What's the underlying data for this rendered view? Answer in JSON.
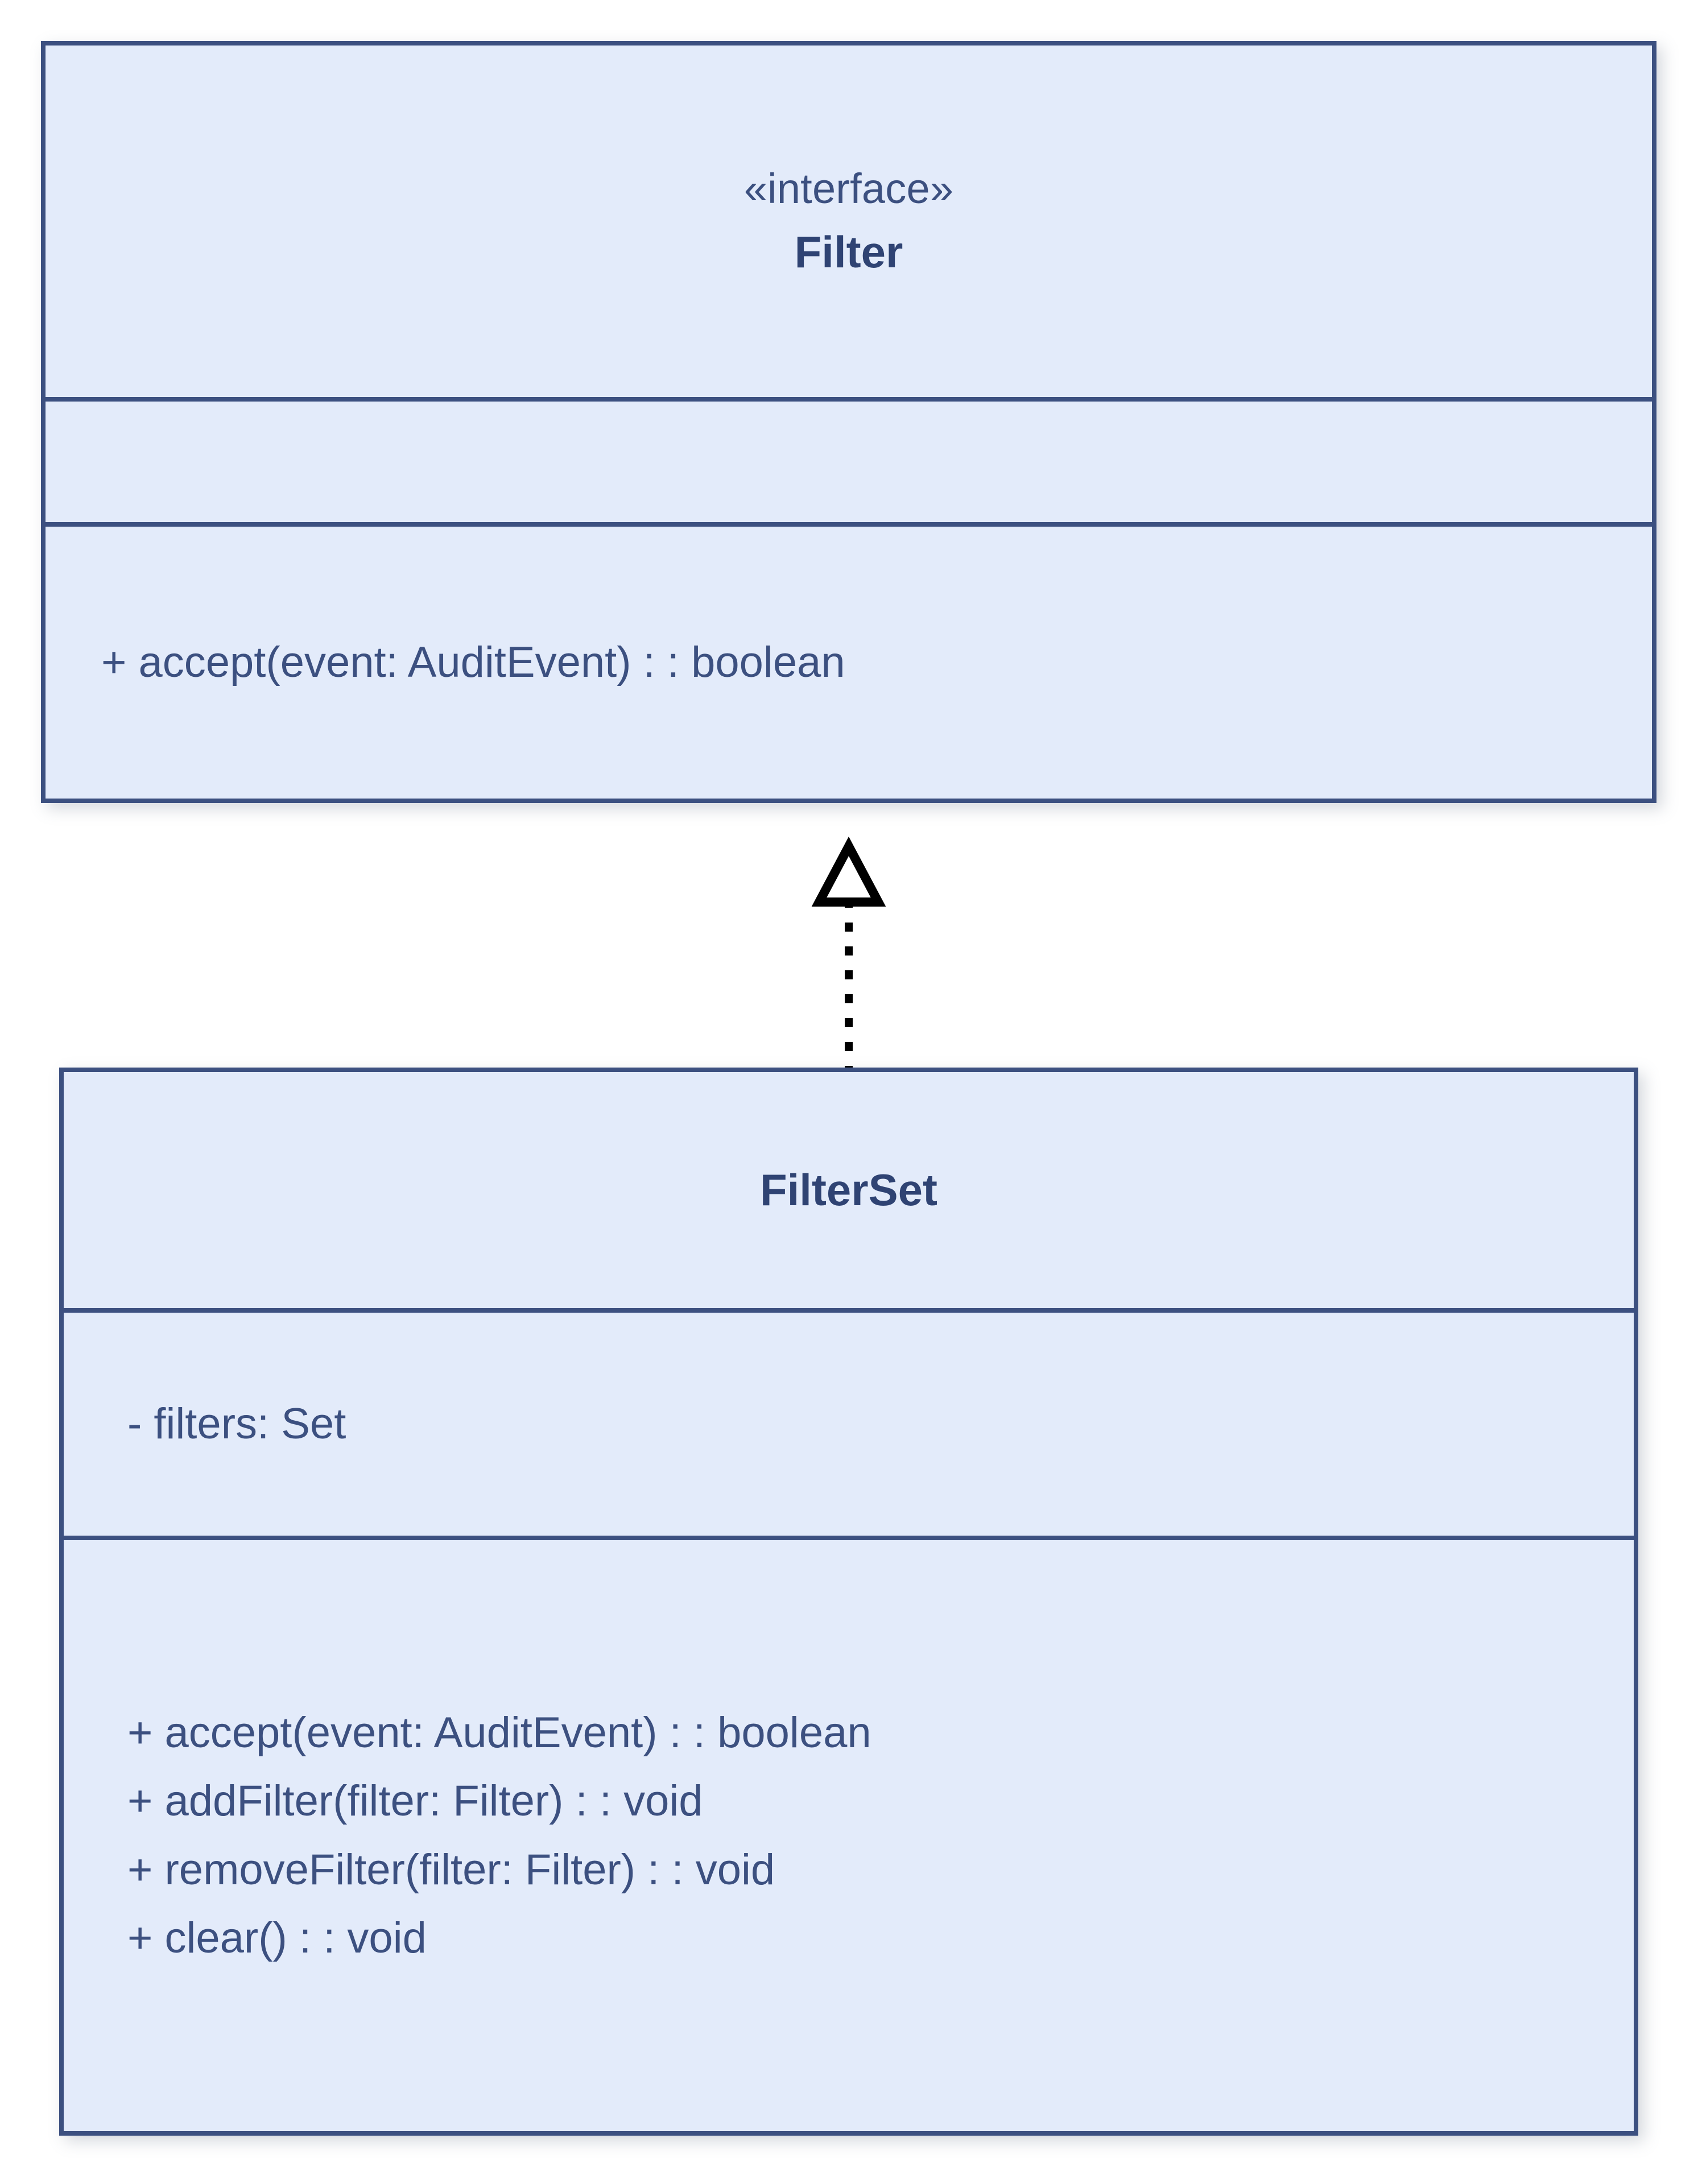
{
  "diagram": {
    "type": "uml-class-diagram",
    "background_color": "#ffffff",
    "class_fill_color": "#e3ebfa",
    "class_border_color": "#3c5080",
    "text_color": "#3c5080",
    "title_color": "#2f4373",
    "connector_color": "#000000"
  },
  "classes": [
    {
      "id": "filter",
      "stereotype": "«interface»",
      "name": "Filter",
      "attributes": [],
      "methods": [
        "+ accept(event: AuditEvent) : : boolean"
      ]
    },
    {
      "id": "filterset",
      "stereotype": "",
      "name": "FilterSet",
      "attributes": [
        "- filters: Set"
      ],
      "methods": [
        "+ accept(event: AuditEvent) : : boolean",
        "+ addFilter(filter: Filter) : : void",
        "+ removeFilter(filter: Filter) : : void",
        "+ clear() : : void"
      ]
    }
  ],
  "relationships": [
    {
      "id": "filterset-realizes-filter",
      "kind": "realization",
      "line_style": "dotted",
      "arrowhead": "hollow-triangle",
      "source": "FilterSet",
      "target": "Filter"
    }
  ]
}
